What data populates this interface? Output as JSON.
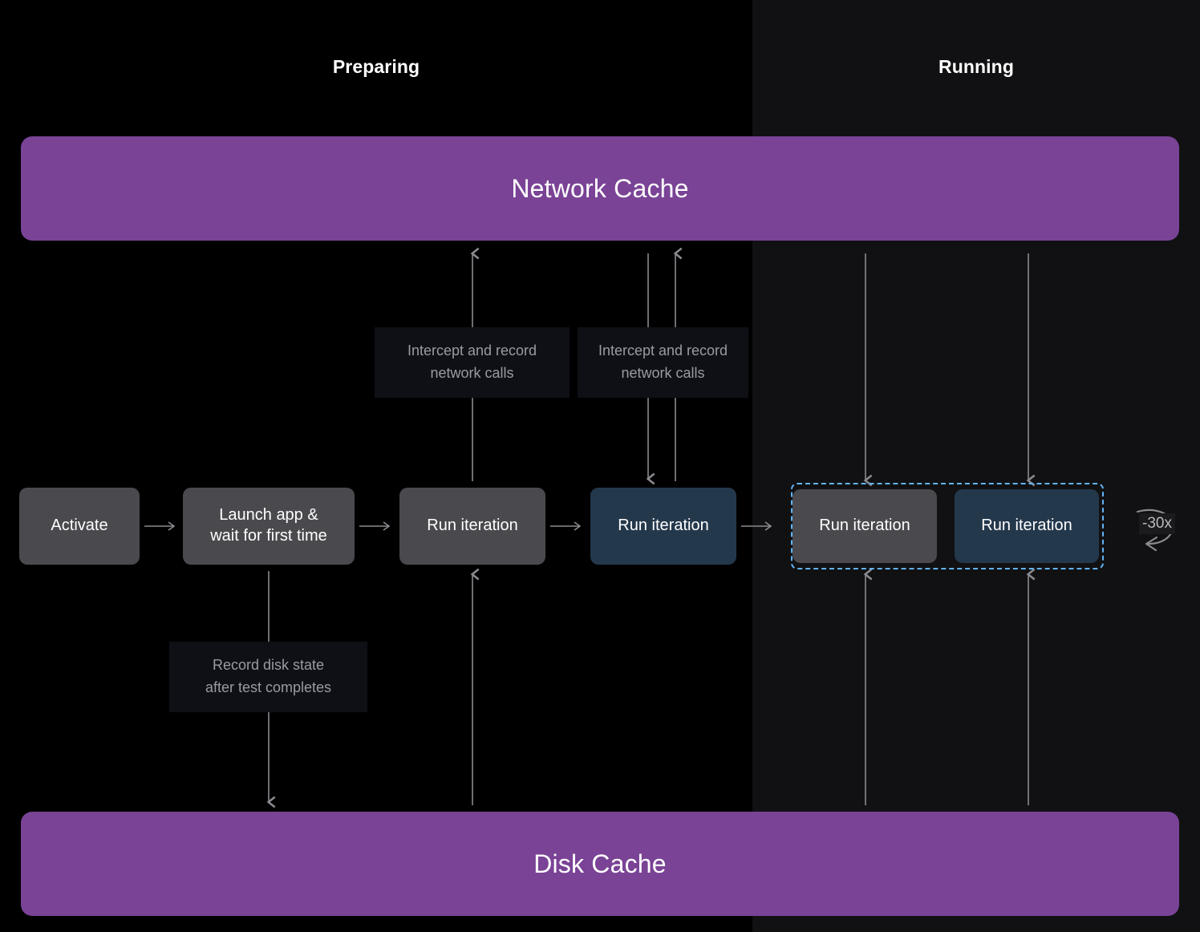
{
  "phases": [
    {
      "key": "preparing",
      "label": "Preparing"
    },
    {
      "key": "running",
      "label": "Running"
    }
  ],
  "caches": {
    "network": {
      "label": "Network Cache",
      "color": "#7a4396"
    },
    "disk": {
      "label": "Disk Cache",
      "color": "#7a4396"
    }
  },
  "steps": [
    {
      "id": "activate",
      "label": "Activate",
      "phase": "preparing",
      "style": "gray"
    },
    {
      "id": "launch",
      "label": "Launch app &\nwait for first time",
      "phase": "preparing",
      "style": "gray"
    },
    {
      "id": "run-1",
      "label": "Run iteration",
      "phase": "preparing",
      "style": "gray"
    },
    {
      "id": "run-2",
      "label": "Run iteration",
      "phase": "preparing",
      "style": "blue"
    },
    {
      "id": "run-3",
      "label": "Run iteration",
      "phase": "running",
      "style": "gray"
    },
    {
      "id": "run-4",
      "label": "Run iteration",
      "phase": "running",
      "style": "blue"
    }
  ],
  "notes": [
    {
      "id": "intercept-1",
      "label": "Intercept and record\nnetwork calls"
    },
    {
      "id": "intercept-2",
      "label": "Intercept and record\nnetwork calls"
    },
    {
      "id": "disk-state",
      "label": "Record disk state\nafter test completes"
    }
  ],
  "repeat": {
    "label": "-30x"
  },
  "colors": {
    "panel_preparing": "#000000",
    "panel_running": "#111113",
    "cache_purple": "#7a4396",
    "step_gray": "#4a4a4e",
    "step_blue": "#24384c",
    "selection_dashed": "#63b3f5",
    "connector": "#8a8a90",
    "note_bg": "#0e1016",
    "note_text": "#9b9ba1"
  }
}
